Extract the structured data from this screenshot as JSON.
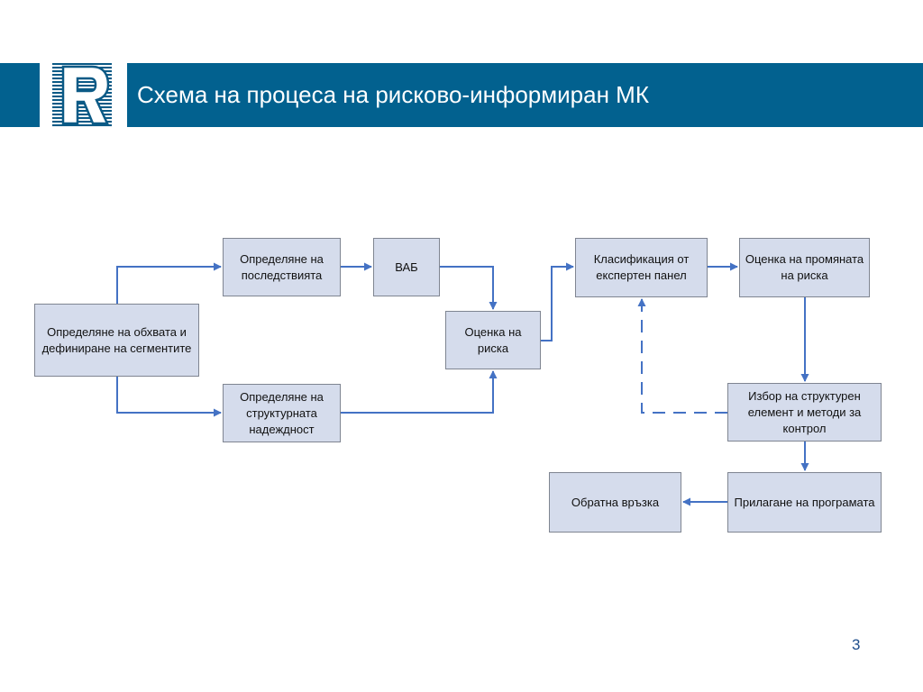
{
  "header": {
    "title": "Схема на процеса на рисково-информиран МК"
  },
  "colors": {
    "header_band": "#02618f",
    "box_fill": "#d5dcec",
    "box_border": "#7f8591",
    "arrow": "#4472c4"
  },
  "nodes": {
    "scope": "Определяне на обхвата и дефиниране на сегментите",
    "consequences": "Определяне на последствията",
    "vab": "ВАБ",
    "reliability": "Определяне на структурната надеждност",
    "risk_assessment": "Оценка на риска",
    "expert_classification": "Класификация от експертен панел",
    "risk_change": "Оценка на промяната на риска",
    "element_selection": "Избор на структурен елемент и методи за контрол",
    "program_application": "Прилагане на програмата",
    "feedback": "Обратна връзка"
  },
  "edges": [
    {
      "from": "scope",
      "to": "consequences",
      "style": "solid"
    },
    {
      "from": "scope",
      "to": "reliability",
      "style": "solid"
    },
    {
      "from": "consequences",
      "to": "vab",
      "style": "solid"
    },
    {
      "from": "vab",
      "to": "risk_assessment",
      "style": "solid"
    },
    {
      "from": "reliability",
      "to": "risk_assessment",
      "style": "solid"
    },
    {
      "from": "risk_assessment",
      "to": "expert_classification",
      "style": "solid"
    },
    {
      "from": "expert_classification",
      "to": "risk_change",
      "style": "solid"
    },
    {
      "from": "risk_change",
      "to": "element_selection",
      "style": "solid"
    },
    {
      "from": "element_selection",
      "to": "expert_classification",
      "style": "dashed"
    },
    {
      "from": "element_selection",
      "to": "program_application",
      "style": "solid"
    },
    {
      "from": "program_application",
      "to": "feedback",
      "style": "solid"
    }
  ],
  "footer": {
    "page_number": "3"
  }
}
